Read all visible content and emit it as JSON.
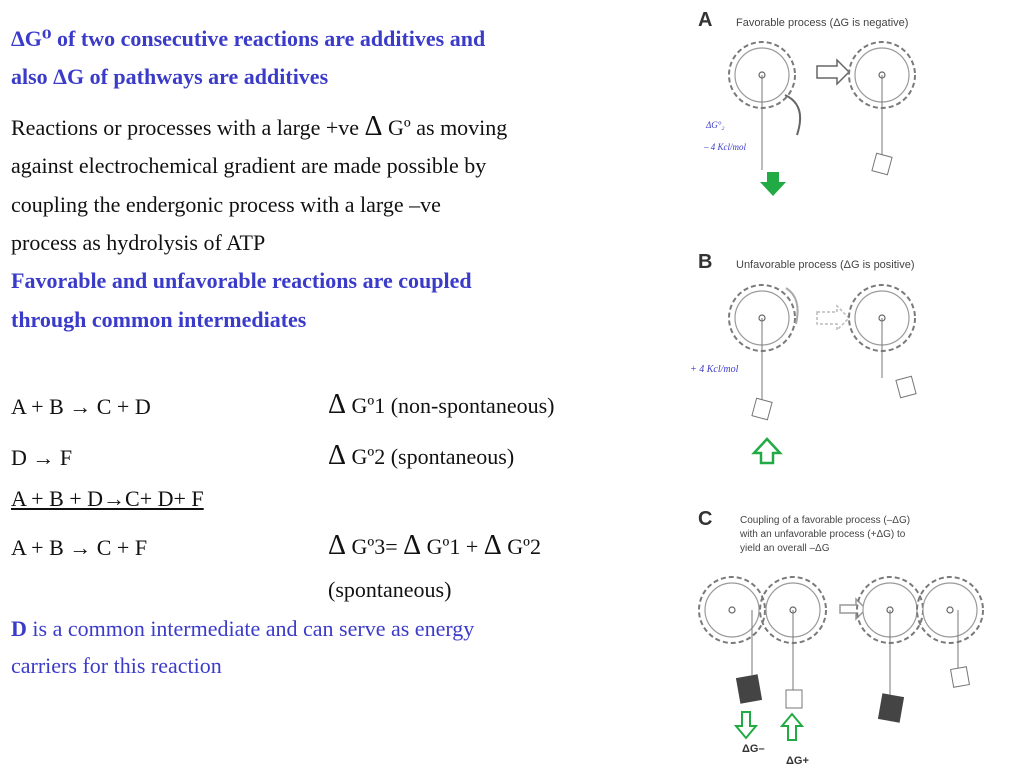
{
  "colors": {
    "accent_blue": "#3b3bc9",
    "text": "#111111",
    "green": "#22aa44",
    "gear": "#7a7a7a"
  },
  "text": {
    "l1": "ΔG⁰ of two consecutive reactions are additives and",
    "l2": "also ΔG of pathways are additives",
    "l3a": "Reactions or processes with a large +ve",
    "l3delta": "Δ",
    "l3b": "Gº as moving",
    "l4": "against electrochemical gradient are made possible by",
    "l5": "coupling the endergonic process with a large –ve",
    "l6": "process as hydrolysis of ATP",
    "l7": "Favorable and unfavorable reactions are coupled",
    "l8": "through common intermediates",
    "eq1_left": "A + B → C + D",
    "eq1_delta": "Δ",
    "eq1_right": "Gº1 (non-spontaneous)",
    "eq2_left": "D → F",
    "eq2_delta": "Δ",
    "eq2_right": "Gº2 (spontaneous)",
    "eq3": "A + B + D→C+ D+ F",
    "eq4_left": "A + B → C + F",
    "eq4_d1": "Δ",
    "eq4_r1": "Gº3=",
    "eq4_d2": "Δ",
    "eq4_r2": "Gº1 +",
    "eq4_d3": "Δ",
    "eq4_r3": "Gº2",
    "eq4_note": "(spontaneous)",
    "d_letter": "D",
    "d_rest": "is a common intermediate and can serve as energy",
    "d_line2": "carriers for this reaction"
  },
  "figure": {
    "panelA": {
      "letter": "A",
      "title": "Favorable process (ΔG is negative)",
      "note1": "ΔG°₂",
      "note2": "– 4 Kcl/mol"
    },
    "panelB": {
      "letter": "B",
      "title": "Unfavorable process (ΔG is positive)",
      "note": "+ 4 Kcl/mol"
    },
    "panelC": {
      "letter": "C",
      "title_line1": "Coupling of a favorable process (–ΔG)",
      "title_line2": "with an unfavorable process (+ΔG) to",
      "title_line3": "yield an overall –ΔG",
      "label_neg": "ΔG–",
      "label_pos": "ΔG+"
    }
  }
}
